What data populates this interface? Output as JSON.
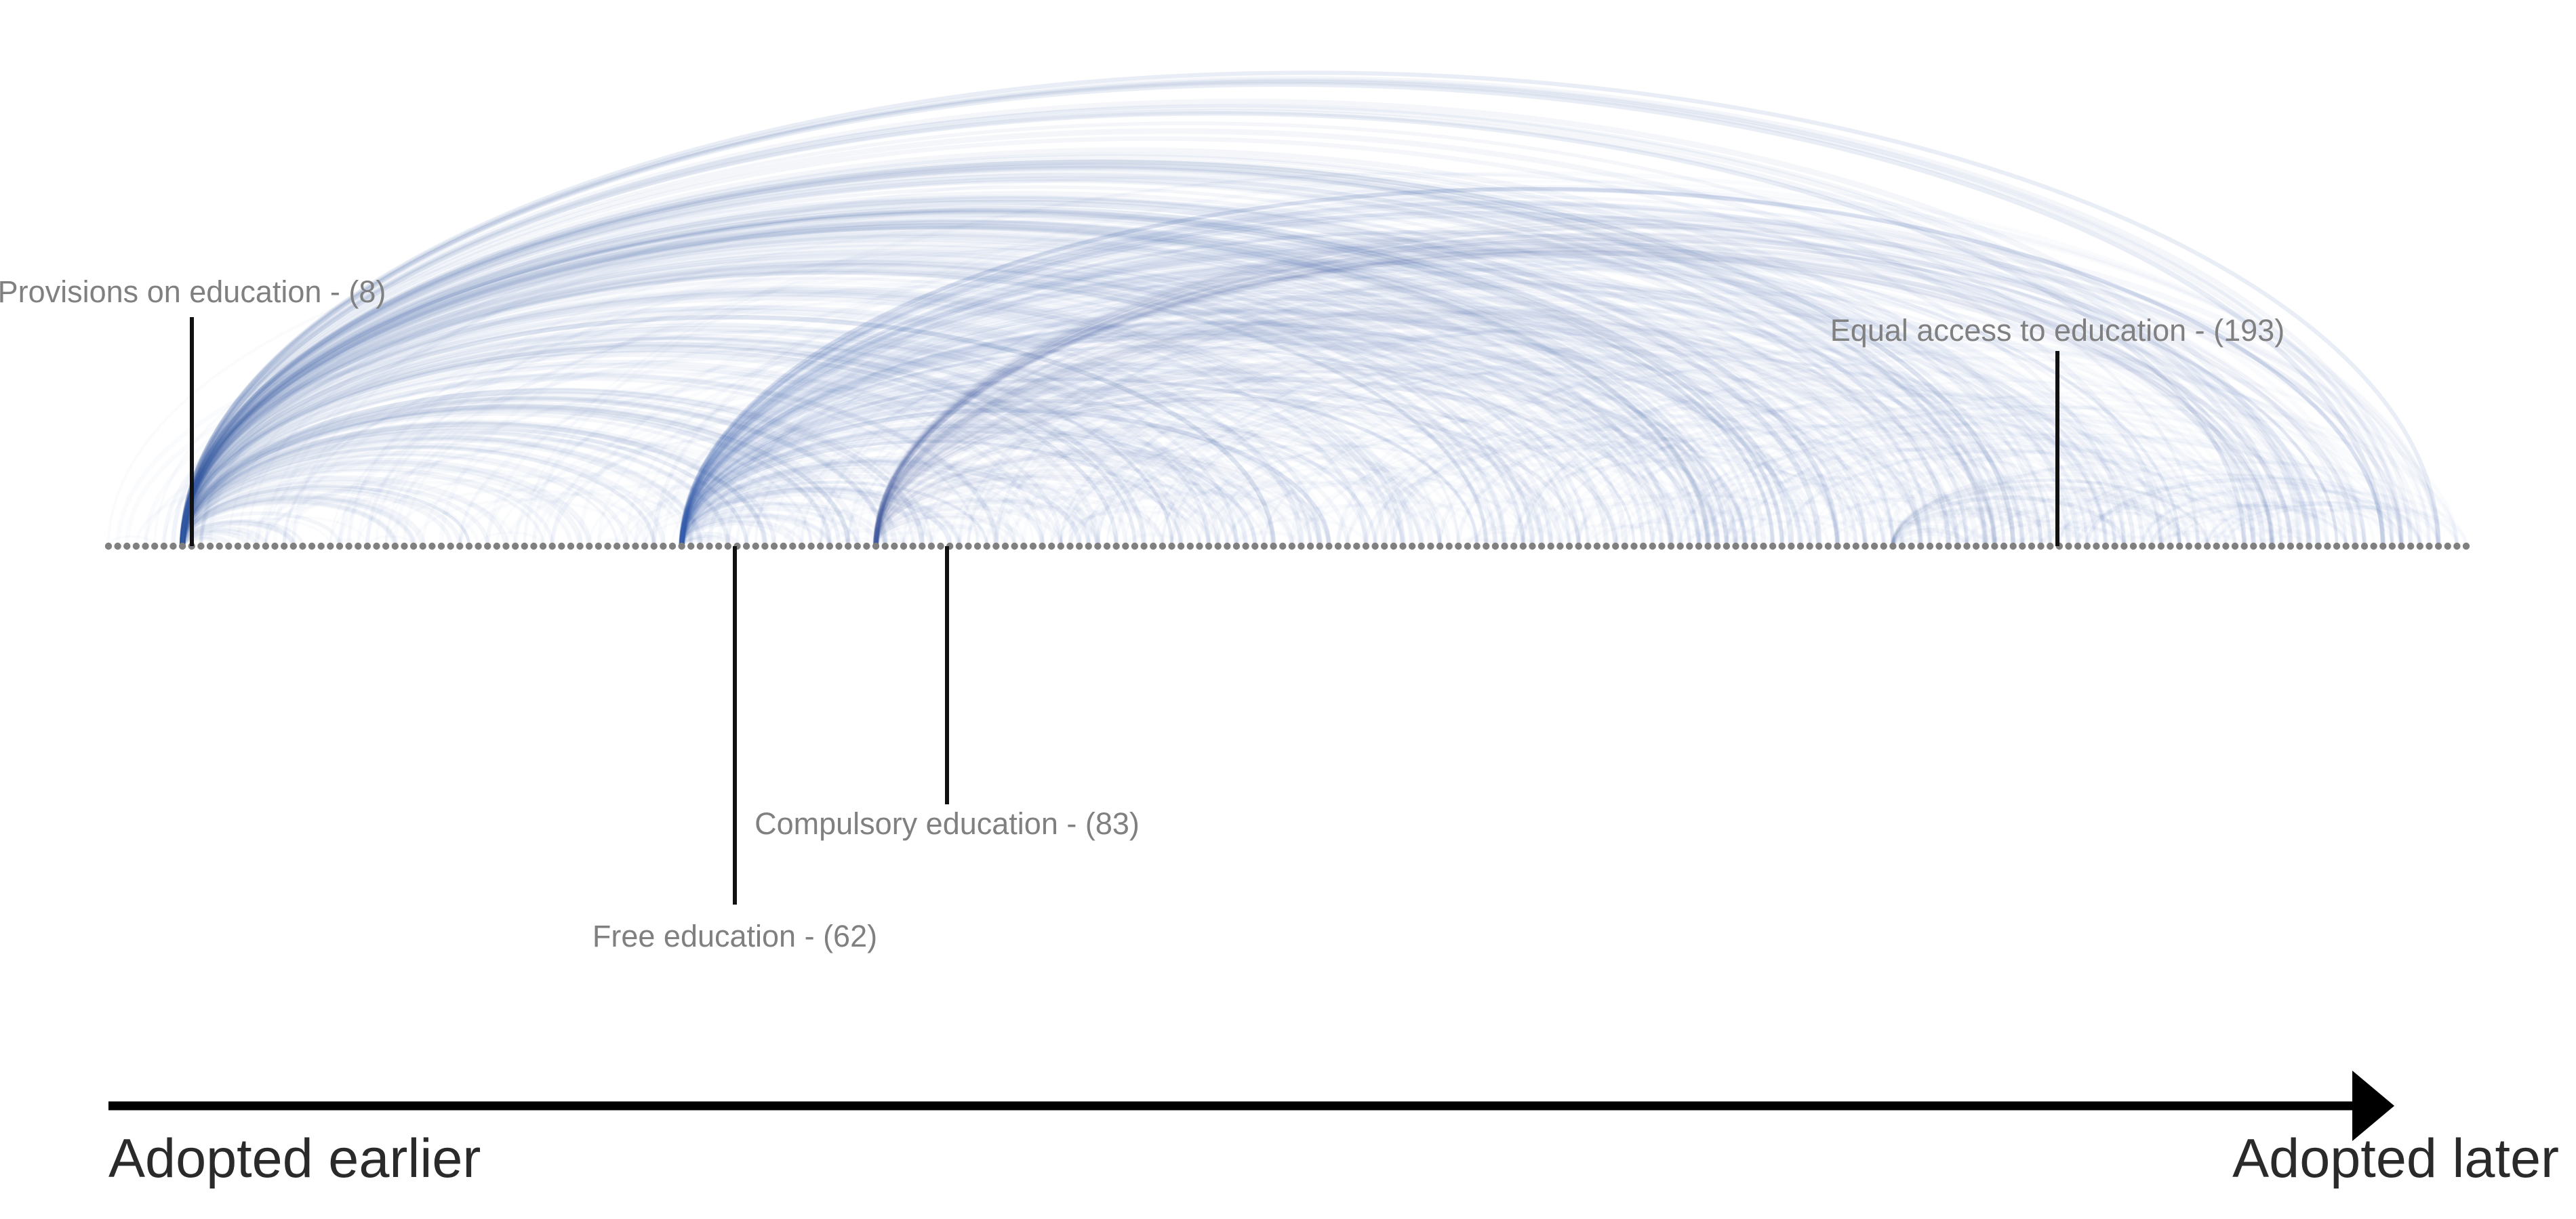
{
  "diagram": {
    "annotations": [
      {
        "label": "Provisions on education - (8)",
        "position": 8
      },
      {
        "label": "Free education - (62)",
        "position": 62
      },
      {
        "label": "Compulsory education - (83)",
        "position": 83
      },
      {
        "label": "Equal access to education - (193)",
        "position": 193
      }
    ],
    "axis": {
      "start_label": "Adopted earlier",
      "end_label": "Adopted later"
    },
    "node_count": 256,
    "arc_color": "#3d62a8",
    "node_color": "#808080"
  }
}
